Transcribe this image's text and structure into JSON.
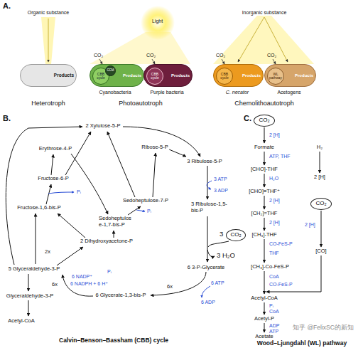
{
  "diagram": {
    "nodes": [
      {
        "text": [
          "Products"
        ]
      },
      {
        "text": [
          "Products"
        ]
      },
      {
        "text": [
          "CBB cycle"
        ],
        "in": 1
      },
      {
        "text": [
          "CCM"
        ],
        "in": 1
      },
      {
        "text": [
          "Products"
        ]
      },
      {
        "text": [
          "CBB cycle"
        ],
        "in": 4
      },
      {
        "text": [
          "Products"
        ]
      },
      {
        "text": [
          "CBB cycle"
        ],
        "in": 6
      },
      {
        "text": [
          "Products"
        ]
      },
      {
        "text": [
          "WL pathway"
        ],
        "in": 8
      },
      {
        "text": [
          "CO₂"
        ]
      },
      {
        "text": [
          "CO₂"
        ]
      },
      {
        "text": [
          "CO₂"
        ]
      }
    ],
    "labels": [
      "A.",
      "Organic substance",
      "Light",
      "Inorganic substance",
      "CO₂",
      "CO₂",
      "CO₂",
      "CO₂",
      "Cyanobacteria",
      "Purple bacteria",
      "C. necator",
      "Acetogens",
      "Heterotroph",
      "Photoautotroph",
      "Chemolithoautotroph",
      "B.",
      "2 Xylulose-5-P",
      "Erythrose-4-P",
      "Ribose-5-P",
      "3 Ribulose-5-P",
      "3 ATP",
      "3 ADP",
      "Sedoheptulose-7-P",
      "3 Ribulose-1,5-bis-P",
      "Fructose-6-P",
      "Pᵢ",
      "Fructose-1,6-bis-P",
      "Sedoheptulos e-1,7-bis-P",
      "Pᵢ",
      "3",
      "3 H₂O",
      "2 Dihydroxyacetone-P",
      "2x",
      "6 3-P-Glycerate",
      "5 Glyceraldehyde-3-P",
      "6x",
      "6 NADP⁺",
      "6 NADPH + 6 H⁺",
      "Pᵢ",
      "6 Glycerate-1,3-bis-P",
      "6x",
      "6 ATP",
      "6 ADP",
      "Glyceraldehyde-3-P",
      "Acetyl-CoA",
      "Calvin–Benson–Bassham (CBB) cycle",
      "C.",
      "2 [H]",
      "Formate",
      "ATP, THF",
      "[CHO]-THF",
      "H₂O",
      "[CHO]≡THF⁺",
      "2 [H]",
      "[CH₂]=THF",
      "2 [H]",
      "[CH₃]-THF",
      "CO-FeS-P",
      "THF",
      "[CH₃]-Co-FeS-P",
      "CoA",
      "CO-FeS-P",
      "H₂",
      "2 [H]",
      "2 [H]",
      "[CO]",
      "Acetyl-CoA",
      "Pᵢ",
      "CoA",
      "Acetyl-P",
      "ADP",
      "ATP",
      "Acetate",
      "Wood–Ljungdahl (WL) pathway",
      "知乎 @FelixSC的新知"
    ]
  }
}
